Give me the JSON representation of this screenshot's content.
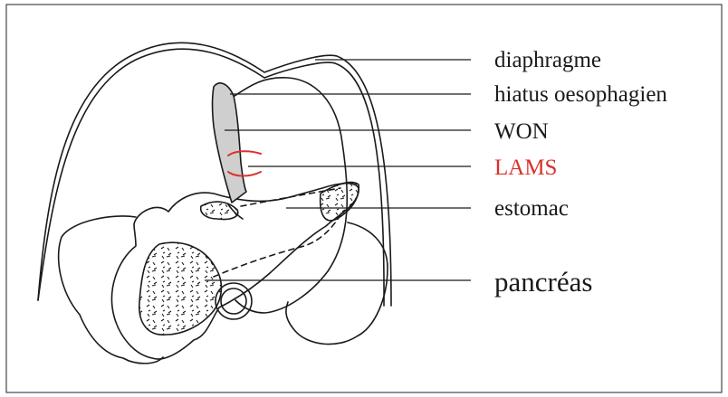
{
  "figure": {
    "labels": {
      "diaphragme": "diaphragme",
      "hiatus": "hiatus oesophagien",
      "won": "WON",
      "lams": "LAMS",
      "estomac": "estomac",
      "pancreas": "pancréas"
    },
    "colors": {
      "lams": "#d9322b",
      "won_fill": "#cfcfcf",
      "stroke": "#1a1a1a",
      "frame": "#222222"
    }
  }
}
